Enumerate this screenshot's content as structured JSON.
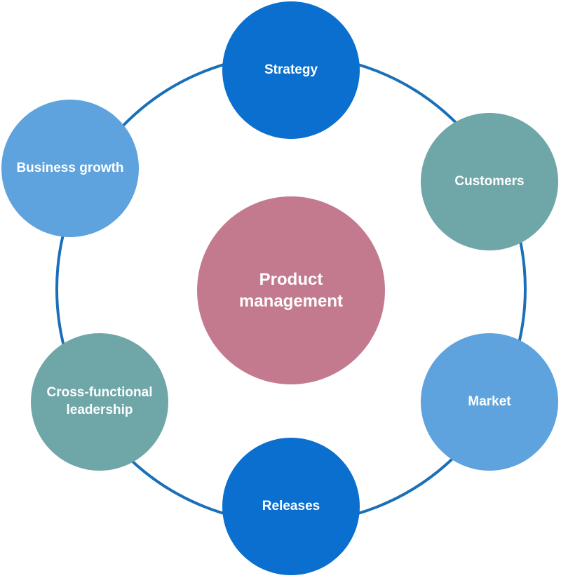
{
  "colors": {
    "ring": "#1a6fb8",
    "dark_blue": "#0a6fcf",
    "teal": "#6fa6a8",
    "light_blue": "#5ea3de",
    "center_pink": "#c47a8e",
    "label_text": "#ffffff"
  },
  "center": {
    "label": "Product\nmanagement"
  },
  "nodes": [
    {
      "id": "strategy",
      "label": "Strategy"
    },
    {
      "id": "customers",
      "label": "Customers"
    },
    {
      "id": "market",
      "label": "Market"
    },
    {
      "id": "releases",
      "label": "Releases"
    },
    {
      "id": "cross_functional",
      "label": "Cross-functional\nleadership"
    },
    {
      "id": "business_growth",
      "label": "Business growth"
    }
  ]
}
